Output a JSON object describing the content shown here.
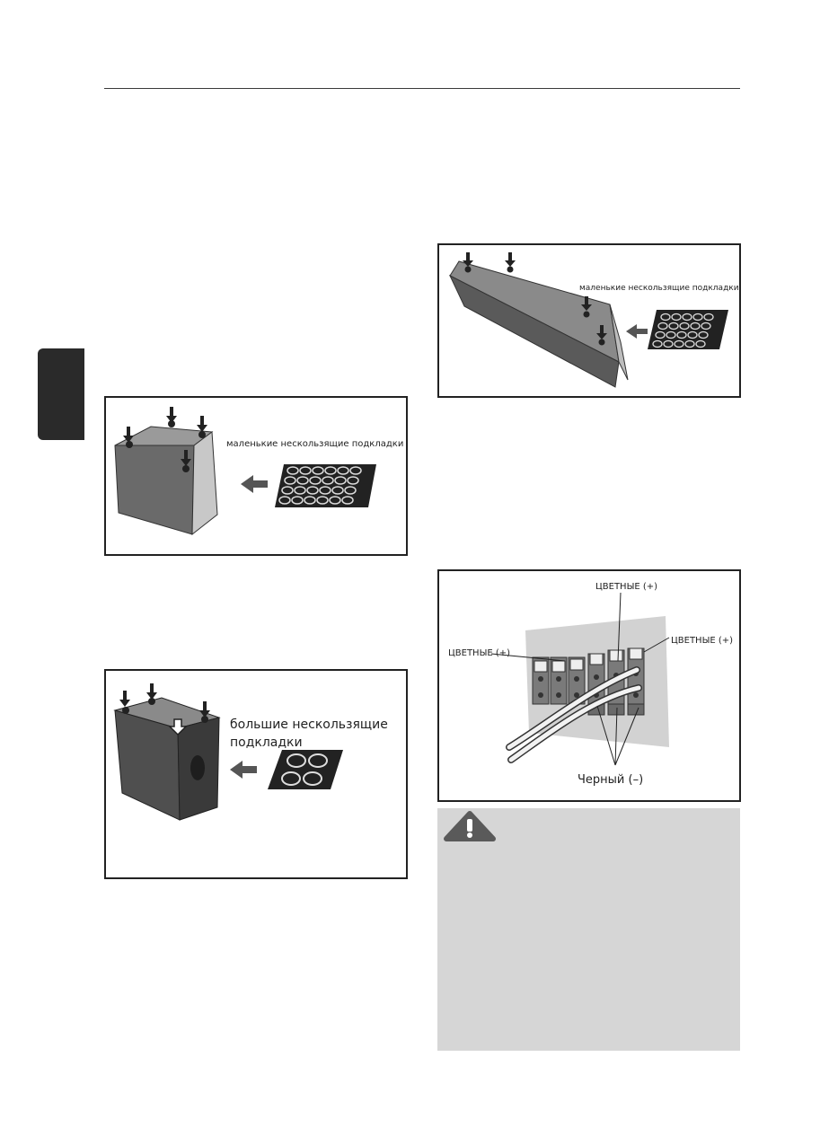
{
  "figures": {
    "front_speaker": {
      "label": "маленькие нескользящие подкладки"
    },
    "subwoofer": {
      "label_line1": "большие нескользящие",
      "label_line2": "подкладки"
    },
    "soundbar": {
      "label": "маленькие нескользящие подкладки"
    },
    "wiring": {
      "label_top": "ЦВЕТНЫЕ (+)",
      "label_left": "ЦВЕТНЫЕ (+)",
      "label_right": "ЦВЕТНЫЕ (+)",
      "label_bottom": "Черный (–)"
    }
  },
  "caution": {
    "icon": "warning-triangle-icon"
  }
}
